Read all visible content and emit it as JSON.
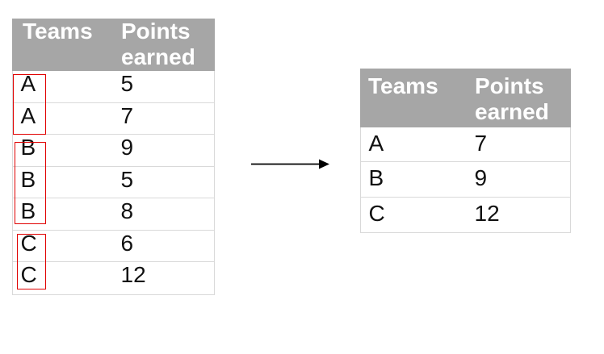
{
  "left_table": {
    "headers": {
      "teams": "Teams",
      "points": "Points earned"
    },
    "rows": [
      {
        "team": "A",
        "points": "5"
      },
      {
        "team": "A",
        "points": "7"
      },
      {
        "team": "B",
        "points": "9"
      },
      {
        "team": "B",
        "points": "5"
      },
      {
        "team": "B",
        "points": "8"
      },
      {
        "team": "C",
        "points": "6"
      },
      {
        "team": "C",
        "points": "12"
      }
    ],
    "group_outlines": [
      {
        "team": "A",
        "rows_spanned": 2
      },
      {
        "team": "B",
        "rows_spanned": 3
      },
      {
        "team": "C",
        "rows_spanned": 2
      }
    ]
  },
  "right_table": {
    "headers": {
      "teams": "Teams",
      "points": "Points earned"
    },
    "rows": [
      {
        "team": "A",
        "points": "7"
      },
      {
        "team": "B",
        "points": "9"
      },
      {
        "team": "C",
        "points": "12"
      }
    ]
  },
  "arrow": {
    "direction": "right"
  },
  "colors": {
    "header_bg": "#a6a6a6",
    "header_text": "#ffffff",
    "body_text": "#111111",
    "cell_border": "#d9d9d9",
    "group_outline": "#e00000",
    "arrow": "#000000"
  }
}
